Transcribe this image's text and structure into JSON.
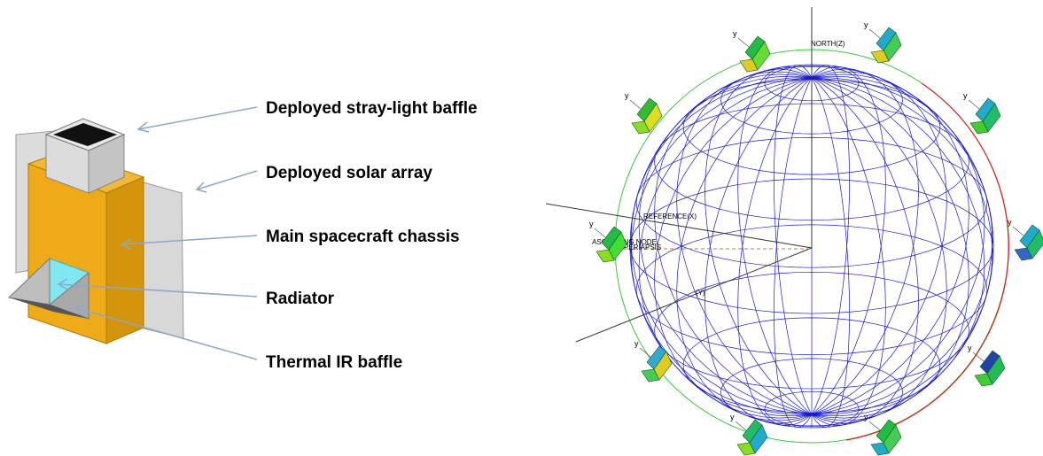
{
  "callouts": [
    {
      "id": "stray-light-baffle",
      "label": "Deployed stray-light baffle"
    },
    {
      "id": "solar-array",
      "label": "Deployed solar array"
    },
    {
      "id": "main-chassis",
      "label": "Main spacecraft chassis"
    },
    {
      "id": "radiator",
      "label": "Radiator"
    },
    {
      "id": "thermal-ir-baffle",
      "label": "Thermal IR baffle"
    }
  ],
  "orbit_view": {
    "axis_labels": {
      "north": "NORTH(Z)",
      "reference": "REFERENCE(X)",
      "y_axis": "(Y)",
      "ascending_node": "ASCENDING NODE",
      "periapsis": "PERIAPSIS"
    },
    "spacecraft_axis_label": "y"
  },
  "colors": {
    "chassis": "#e8a617",
    "chassis_dark": "#d09010",
    "radiator": "#7fe8f0",
    "panel": "#d8d8d8",
    "arrow": "#8da8c8",
    "grid": "#1a1acc",
    "orbit_lit": "#33cc33",
    "orbit_eclipse": "#dd2222"
  }
}
